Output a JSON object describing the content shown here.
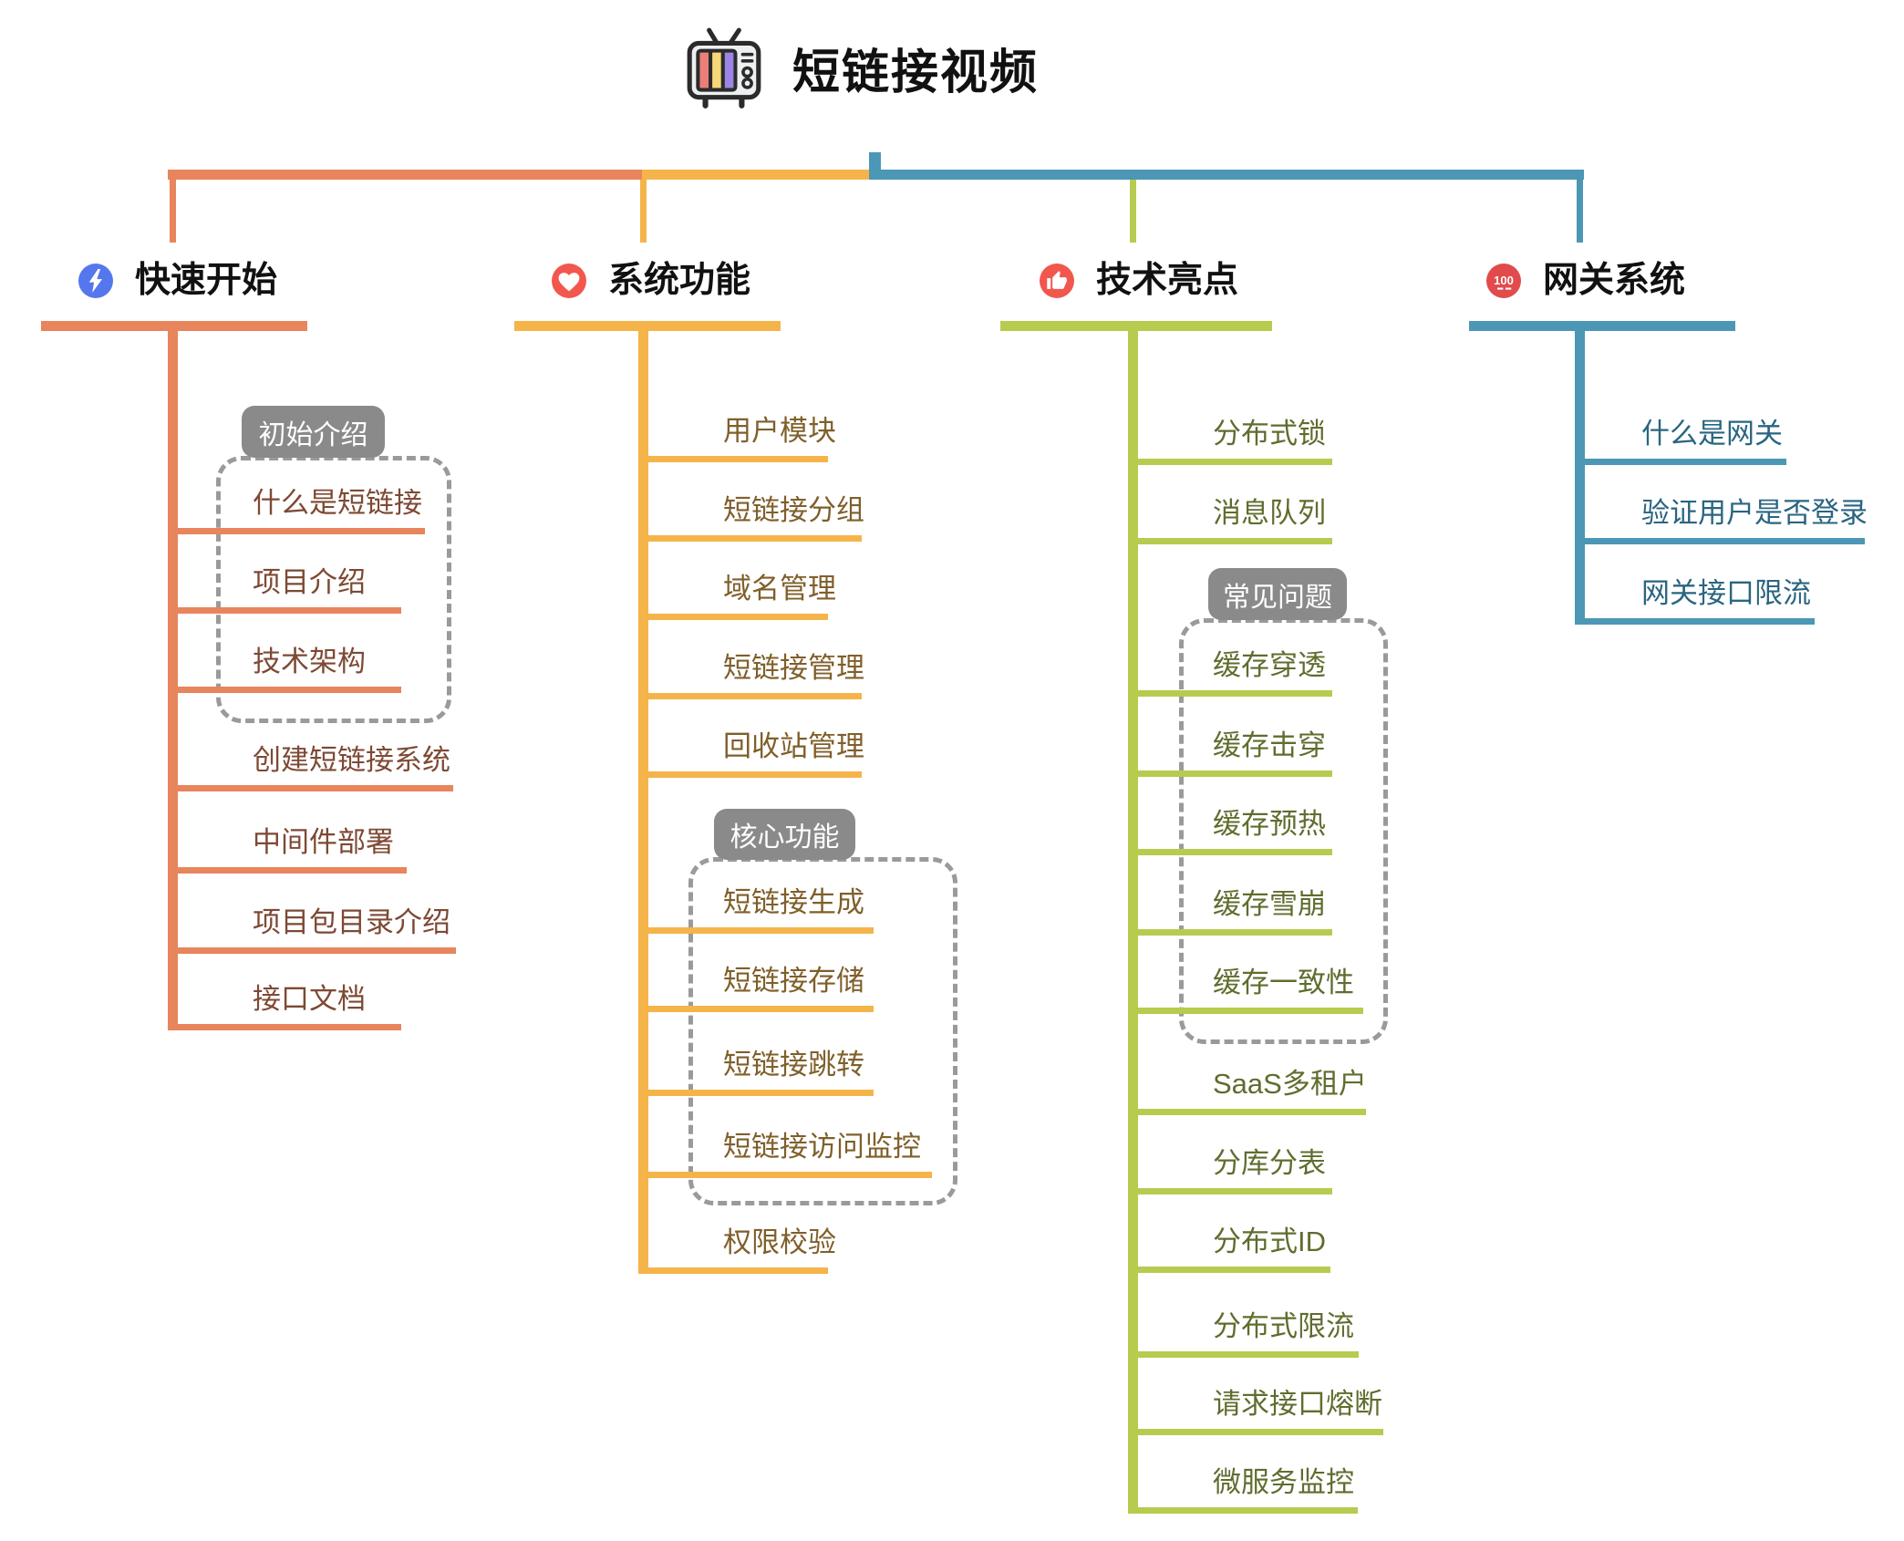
{
  "title": {
    "text": "短链接视频",
    "icon": "tv-icon"
  },
  "colors": {
    "branch1_line": "#E8855C",
    "branch2_line": "#F5B44A",
    "branch3_line": "#B7CB4F",
    "branch4_line": "#4B97B5",
    "branch1_text": "#7D4934",
    "branch2_text": "#7F5F2A",
    "branch3_text": "#5F6D2E",
    "branch4_text": "#2A6580",
    "label_text": "#111111",
    "tag_bg": "#8A8A8A",
    "tag_text": "#FFFFFF",
    "dashed_border": "#9A9A9A",
    "icon_lightning_bg": "#5577EE",
    "icon_heart_bg": "#F2574D",
    "icon_thumb_bg": "#F2574D",
    "icon_hundred_bg": "#E14B4B",
    "tv_red": "#E97F78",
    "tv_yellow": "#F6D878",
    "tv_purple": "#9C85E6",
    "tv_body": "#EDEFF0",
    "tv_line": "#2B2B2B"
  },
  "branches": [
    {
      "label": "快速开始",
      "icon": "lightning-icon",
      "groups": [
        {
          "tag": "初始介绍"
        }
      ],
      "children": [
        {
          "label": "什么是短链接"
        },
        {
          "label": "项目介绍"
        },
        {
          "label": "技术架构"
        },
        {
          "label": "创建短链接系统"
        },
        {
          "label": "中间件部署"
        },
        {
          "label": "项目包目录介绍"
        },
        {
          "label": "接口文档"
        }
      ]
    },
    {
      "label": "系统功能",
      "icon": "heart-icon",
      "groups": [
        {
          "tag": "核心功能"
        }
      ],
      "children": [
        {
          "label": "用户模块"
        },
        {
          "label": "短链接分组"
        },
        {
          "label": "域名管理"
        },
        {
          "label": "短链接管理"
        },
        {
          "label": "回收站管理"
        },
        {
          "label": "短链接生成"
        },
        {
          "label": "短链接存储"
        },
        {
          "label": "短链接跳转"
        },
        {
          "label": "短链接访问监控"
        },
        {
          "label": "权限校验"
        }
      ]
    },
    {
      "label": "技术亮点",
      "icon": "thumb-up-icon",
      "groups": [
        {
          "tag": "常见问题"
        }
      ],
      "children": [
        {
          "label": "分布式锁"
        },
        {
          "label": "消息队列"
        },
        {
          "label": "缓存穿透"
        },
        {
          "label": "缓存击穿"
        },
        {
          "label": "缓存预热"
        },
        {
          "label": "缓存雪崩"
        },
        {
          "label": "缓存一致性"
        },
        {
          "label": "SaaS多租户"
        },
        {
          "label": "分库分表"
        },
        {
          "label": "分布式ID"
        },
        {
          "label": "分布式限流"
        },
        {
          "label": "请求接口熔断"
        },
        {
          "label": "微服务监控"
        }
      ]
    },
    {
      "label": "网关系统",
      "icon": "hundred-points-icon",
      "groups": [],
      "children": [
        {
          "label": "什么是网关"
        },
        {
          "label": "验证用户是否登录"
        },
        {
          "label": "网关接口限流"
        }
      ]
    }
  ]
}
